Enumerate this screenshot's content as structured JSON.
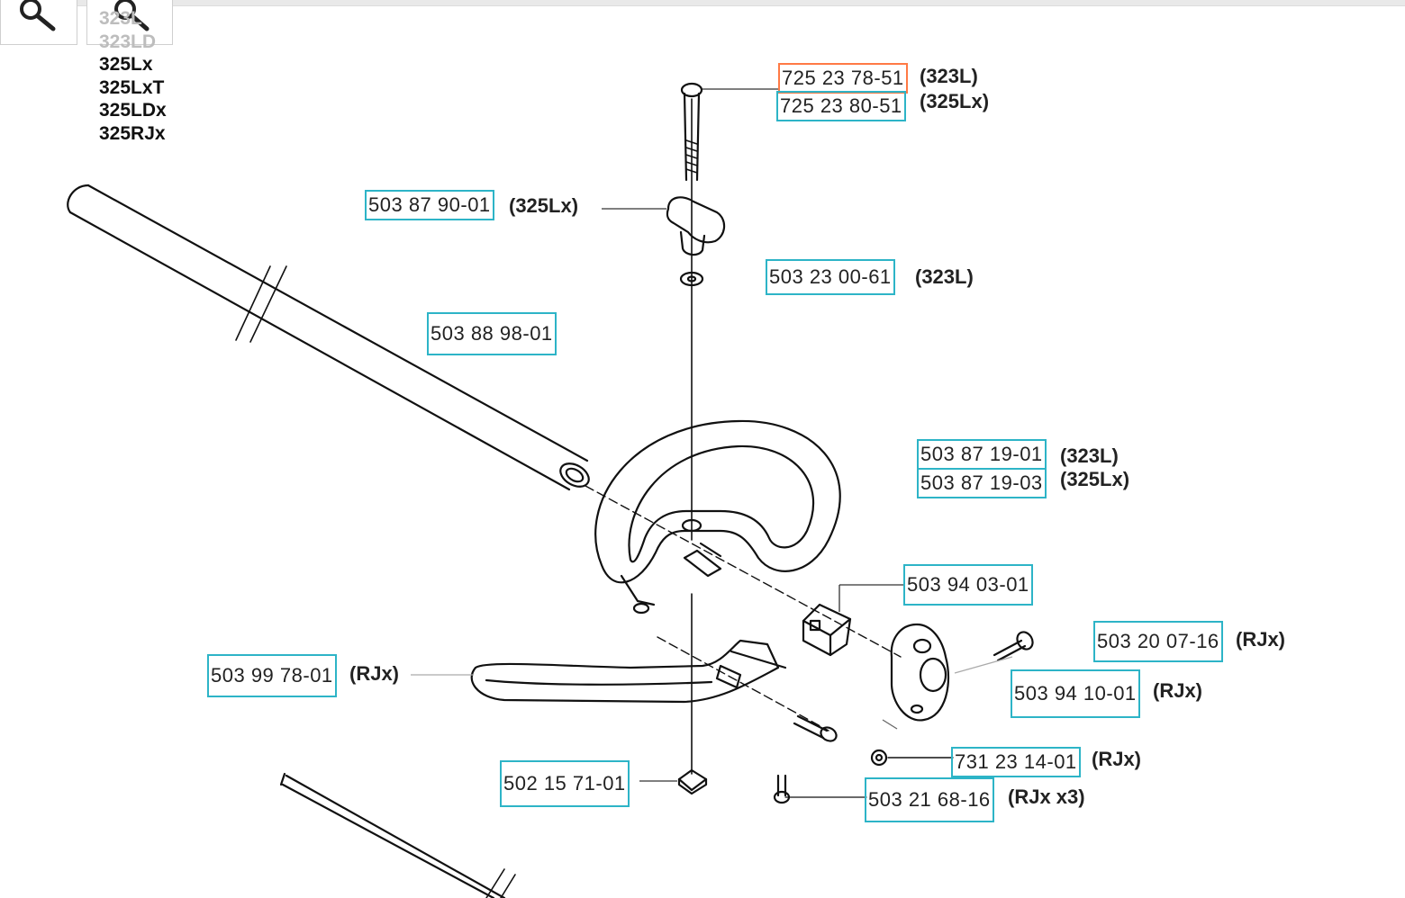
{
  "toolbar": {
    "buttons": [
      {
        "icon": "zoom-out-icon"
      },
      {
        "icon": "zoom-in-icon"
      }
    ]
  },
  "models": [
    "323L",
    "323LD",
    "325Lx",
    "325LxT",
    "325LDx",
    "325RJx"
  ],
  "parts": [
    {
      "number": "725 23 78-51",
      "variant": "(323L)",
      "active": true
    },
    {
      "number": "725 23 80-51",
      "variant": "(325Lx)"
    },
    {
      "number": "503 87 90-01",
      "variant": "(325Lx)"
    },
    {
      "number": "503 23 00-61",
      "variant": "(323L)"
    },
    {
      "number": "503 88 98-01",
      "variant": ""
    },
    {
      "number": "503 87 19-01",
      "variant": "(323L)"
    },
    {
      "number": "503 87 19-03",
      "variant": "(325Lx)"
    },
    {
      "number": "503 94 03-01",
      "variant": ""
    },
    {
      "number": "503 20 07-16",
      "variant": "(RJx)"
    },
    {
      "number": "503 99 78-01",
      "variant": "(RJx)"
    },
    {
      "number": "503 94 10-01",
      "variant": "(RJx)"
    },
    {
      "number": "731 23 14-01",
      "variant": "(RJx)"
    },
    {
      "number": "502 15 71-01",
      "variant": ""
    },
    {
      "number": "503 21 68-16",
      "variant": "(RJx x3)"
    }
  ],
  "colors": {
    "callout_border": "#2db4c7",
    "callout_active_border": "#ff7a45"
  }
}
